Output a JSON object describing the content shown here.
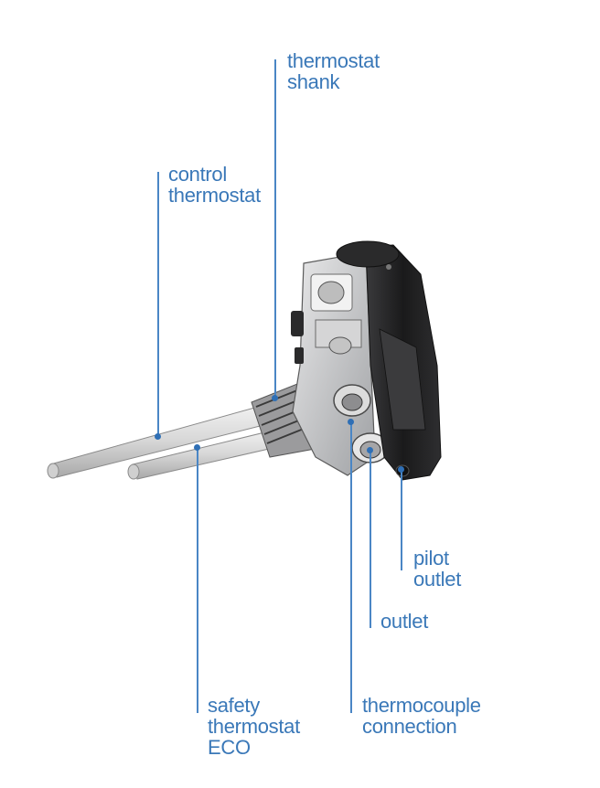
{
  "labels": {
    "thermostat_shank": [
      "thermostat",
      "shank"
    ],
    "control_thermostat": [
      "control",
      "thermostat"
    ],
    "pilot_outlet": [
      "pilot",
      "outlet"
    ],
    "outlet": [
      "outlet"
    ],
    "safety_thermostat_eco": [
      "safety",
      "thermostat",
      "ECO"
    ],
    "thermocouple_connection": [
      "thermocouple",
      "connection"
    ]
  },
  "colors": {
    "label_text": "#3a78b8",
    "leader_line": "#4a86c5",
    "body_dark": "#1c1c1e",
    "body_metal": "#cfd0d2",
    "rod": "#e6e6e6"
  }
}
